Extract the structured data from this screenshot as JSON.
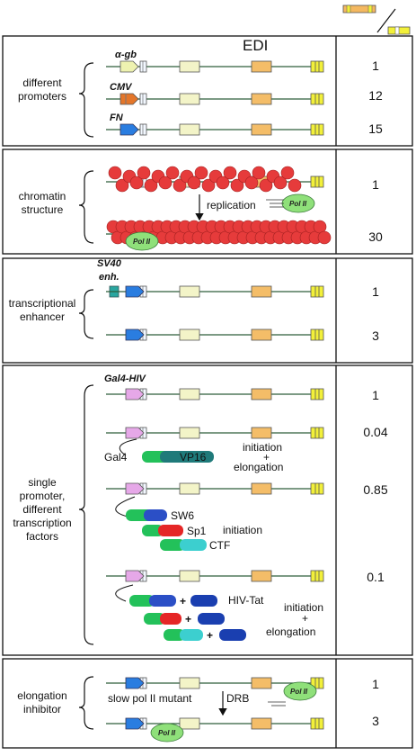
{
  "header": {
    "edi_label": "EDI"
  },
  "sections": [
    {
      "label_lines": [
        "different",
        "promoters"
      ],
      "rows": [
        {
          "promoter": "α-gb",
          "value": "1"
        },
        {
          "promoter": "CMV",
          "value": "12"
        },
        {
          "promoter": "FN",
          "value": "15"
        }
      ]
    },
    {
      "label_lines": [
        "chromatin",
        "structure"
      ],
      "arrow_label": "replication",
      "pol_label": "Pol II",
      "values": [
        "1",
        "30"
      ]
    },
    {
      "label_lines": [
        "transcriptional",
        "enhancer"
      ],
      "enhancer_lines": [
        "SV40",
        "enh."
      ],
      "values": [
        "1",
        "3"
      ]
    },
    {
      "label_lines": [
        "single",
        "promoter,",
        "different",
        "transcription",
        "factors"
      ],
      "construct": "Gal4-HIV",
      "values": [
        "1",
        "0.04",
        "0.85",
        "0.1"
      ],
      "factors": {
        "gal4": "Gal4",
        "vp16": "VP16",
        "sw6": "SW6",
        "sp1": "Sp1",
        "ctf": "CTF",
        "tat": "HIV-Tat"
      },
      "notes": {
        "init_elong_1": [
          "initiation",
          "+",
          "elongation"
        ],
        "init_2": "initiation",
        "init_elong_3": [
          "initiation",
          "+",
          "elongation"
        ]
      }
    },
    {
      "label_lines": [
        "elongation",
        "inhibitor"
      ],
      "slow_label": "slow pol II mutant",
      "drb_label": "DRB",
      "pol_label": "Pol II",
      "values": [
        "1",
        "3"
      ]
    }
  ]
}
